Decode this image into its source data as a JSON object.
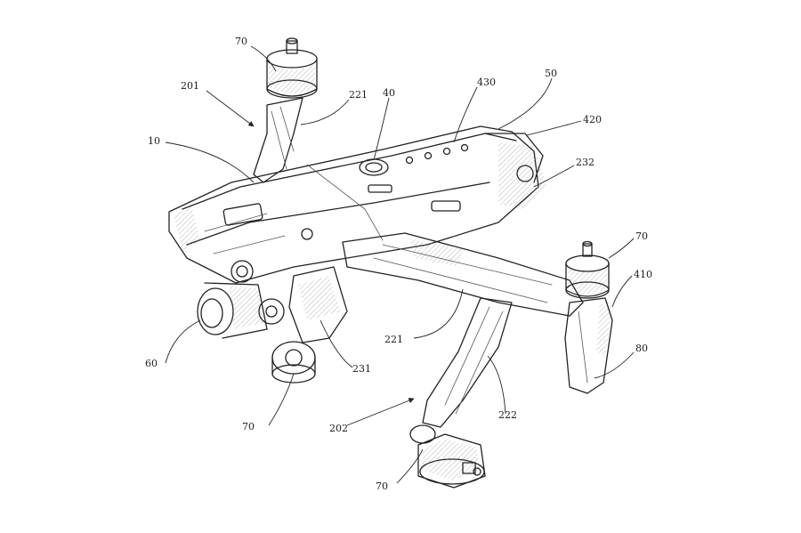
{
  "labels": {
    "l70_top": "70",
    "l201": "201",
    "l221_top": "221",
    "l40": "40",
    "l430": "430",
    "l50": "50",
    "l420": "420",
    "l10": "10",
    "l232": "232",
    "l70_right": "70",
    "l410": "410",
    "l60": "60",
    "l221_mid": "221",
    "l80": "80",
    "l231": "231",
    "l222": "222",
    "l70_bottom_left": "70",
    "l202": "202",
    "l70_bottom": "70"
  }
}
